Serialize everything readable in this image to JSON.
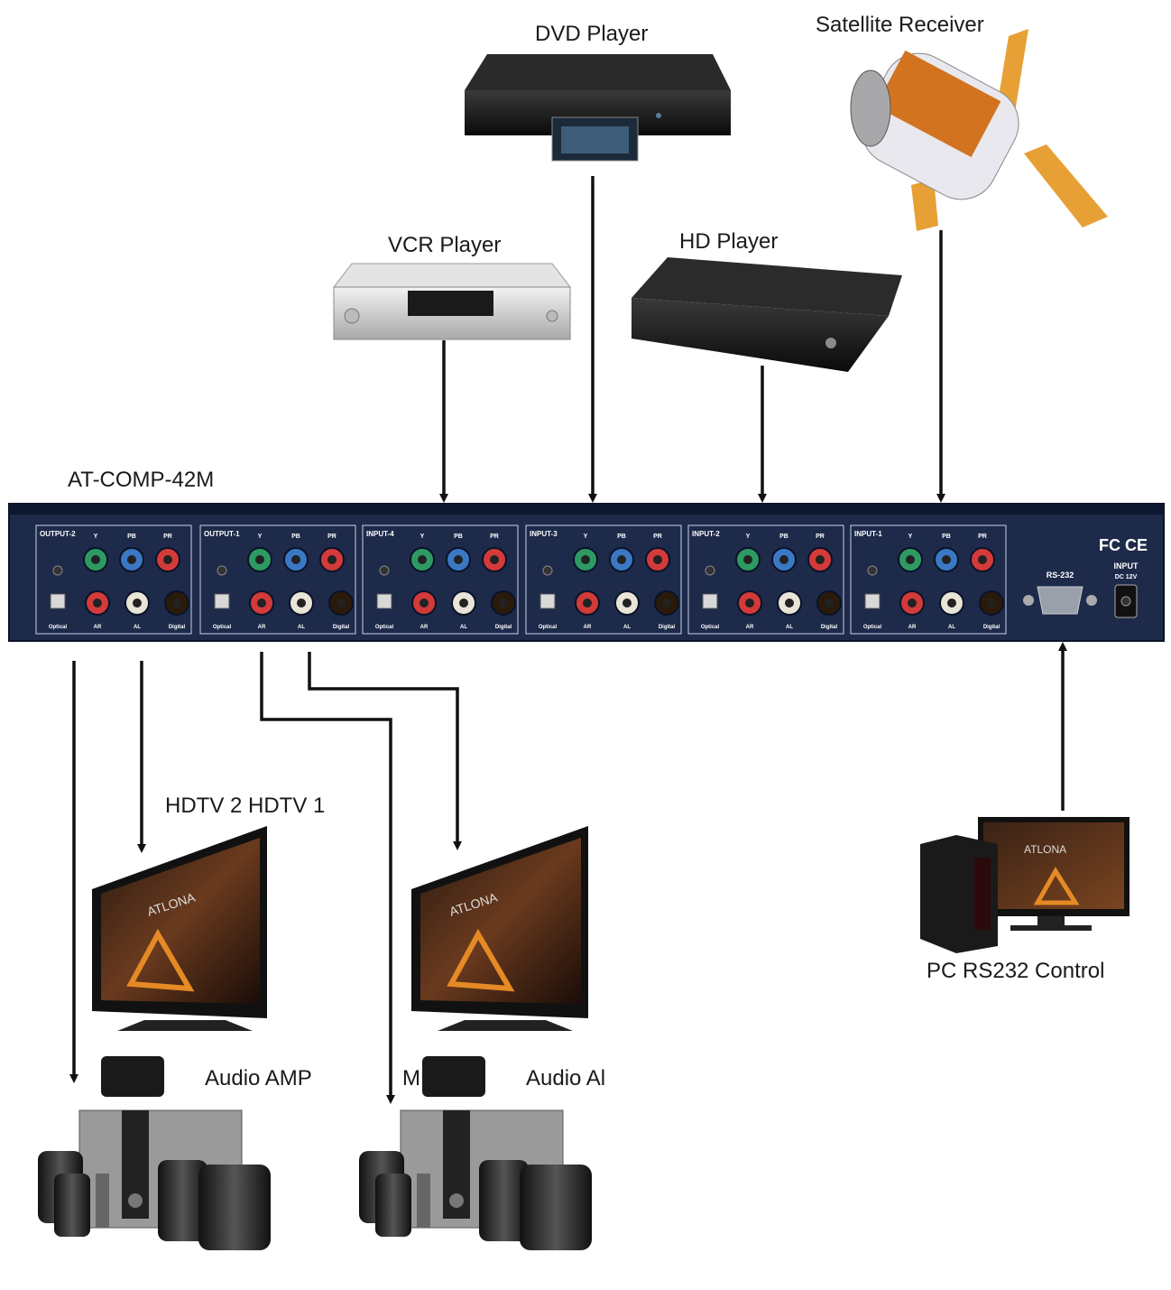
{
  "labels": {
    "dvd_player": "DVD Player",
    "satellite_receiver": "Satellite Receiver",
    "vcr_player": "VCR Player",
    "hd_player": "HD Player",
    "switcher_model": "AT-COMP-42M",
    "hdtv": "HDTV 2 HDTV 1",
    "audio_amp_1": "Audio AMP",
    "audio_amp_2_fragment": "MP",
    "audio_amp_2": "Audio Al",
    "pc_control": "PC RS232 Control"
  },
  "panel": {
    "sections": [
      {
        "title": "OUTPUT-2",
        "jacks": [
          "Y",
          "PB",
          "PR"
        ],
        "bottom": [
          "Optical",
          "AR",
          "AL",
          "Digital"
        ]
      },
      {
        "title": "OUTPUT-1",
        "jacks": [
          "Y",
          "PB",
          "PR"
        ],
        "bottom": [
          "Optical",
          "AR",
          "AL",
          "Digital"
        ]
      },
      {
        "title": "INPUT-4",
        "jacks": [
          "Y",
          "PB",
          "PR"
        ],
        "bottom": [
          "Optical",
          "AR",
          "AL",
          "Digital"
        ]
      },
      {
        "title": "INPUT-3",
        "jacks": [
          "Y",
          "PB",
          "PR"
        ],
        "bottom": [
          "Optical",
          "AR",
          "AL",
          "Digital"
        ]
      },
      {
        "title": "INPUT-2",
        "jacks": [
          "Y",
          "PB",
          "PR"
        ],
        "bottom": [
          "Optical",
          "AR",
          "AL",
          "Digital"
        ]
      },
      {
        "title": "INPUT-1",
        "jacks": [
          "Y",
          "PB",
          "PR"
        ],
        "bottom": [
          "Optical",
          "AR",
          "AL",
          "Digital"
        ]
      }
    ],
    "rs232_label": "RS-232",
    "power_label": "INPUT",
    "power_sub": "DC 12V",
    "marks": "FC CE"
  },
  "tv_brand": "ATLONA",
  "colors": {
    "panel": "#1d2a4a",
    "jack_green": "#2e9a63",
    "jack_blue": "#3b78c4",
    "jack_red": "#d33a3a",
    "jack_white": "#e9e4d8",
    "arrow": "#111111"
  }
}
